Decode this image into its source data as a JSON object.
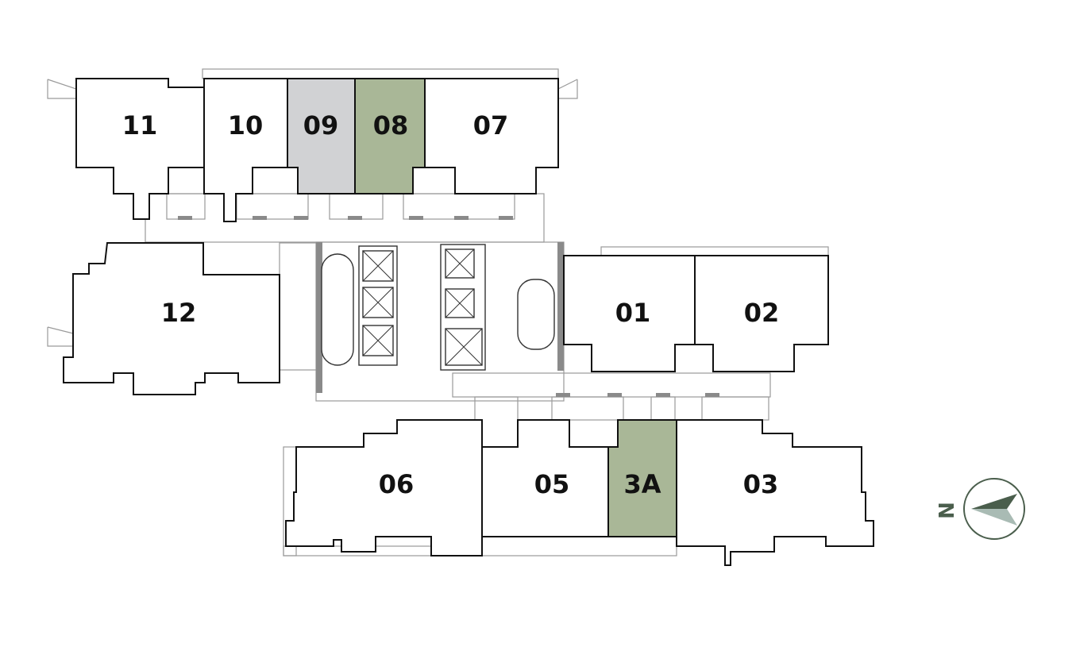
{
  "title": "Floor plan",
  "units": [
    {
      "id": "11",
      "label": "11",
      "status": "available"
    },
    {
      "id": "10",
      "label": "10",
      "status": "available"
    },
    {
      "id": "09",
      "label": "09",
      "status": "unavailable"
    },
    {
      "id": "08",
      "label": "08",
      "status": "highlighted"
    },
    {
      "id": "07",
      "label": "07",
      "status": "available"
    },
    {
      "id": "12",
      "label": "12",
      "status": "available"
    },
    {
      "id": "01",
      "label": "01",
      "status": "available"
    },
    {
      "id": "02",
      "label": "02",
      "status": "available"
    },
    {
      "id": "06",
      "label": "06",
      "status": "available"
    },
    {
      "id": "05",
      "label": "05",
      "status": "available"
    },
    {
      "id": "3A",
      "label": "3A",
      "status": "highlighted"
    },
    {
      "id": "03",
      "label": "03",
      "status": "available"
    }
  ],
  "compass": {
    "label": "N",
    "direction": "left"
  },
  "colors": {
    "highlighted": "#a9b797",
    "unavailable": "#d1d2d4",
    "compass_dark": "#4a5e4c",
    "compass_light": "#a9bbb4"
  }
}
